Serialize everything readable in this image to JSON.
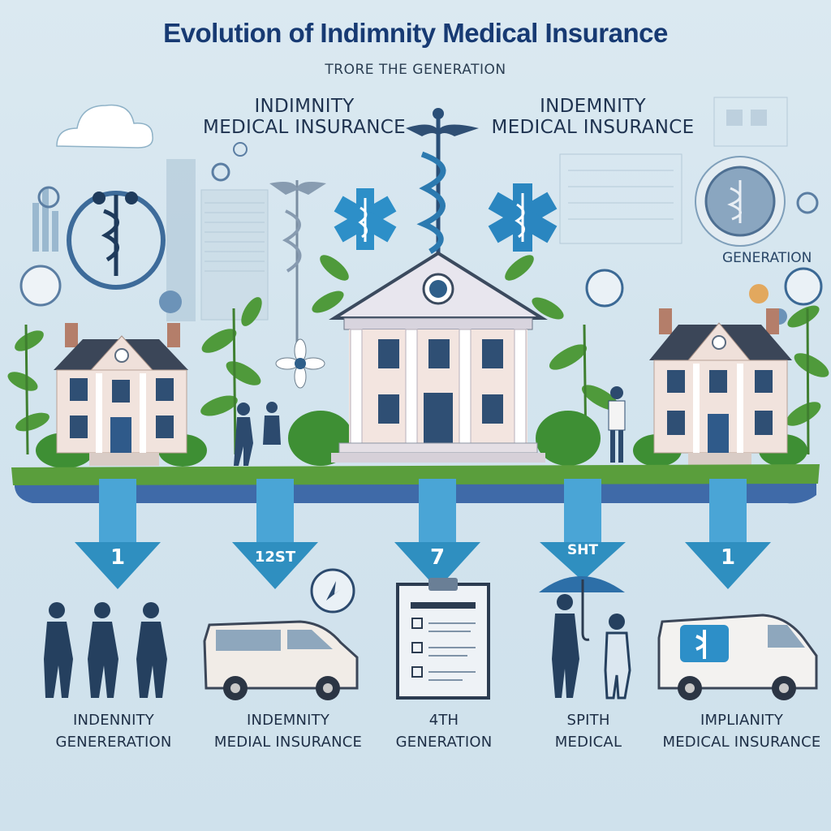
{
  "title": "Evolution of Indimnity Medical Insurance",
  "subtitle": "Trore the Generation",
  "banner_left": {
    "line1": "INDIMNITY",
    "line2": "MEDICAL INSURANCE"
  },
  "banner_right": {
    "line1": "INDEMNITY",
    "line2": "MEDICAL INSURANCE"
  },
  "side_label": "GENERATION",
  "steps": [
    {
      "number": "1",
      "caption_line1": "INDENNITY",
      "caption_line2": "GENERERATION"
    },
    {
      "number": "12ST",
      "caption_line1": "INDEMNITY",
      "caption_line2": "MEDIAL INSURANCE"
    },
    {
      "number": "7",
      "caption_line1": "4TH",
      "caption_line2": "GENERATION"
    },
    {
      "number": "SHT",
      "caption_line1": "SPITH",
      "caption_line2": "MEDICAL"
    },
    {
      "number": "1",
      "caption_line1": "IMPLIANITY",
      "caption_line2": "MEDICAL INSURANCE"
    }
  ],
  "colors": {
    "title": "#173a73",
    "arrow": "#2f8fc0",
    "ground": "#5a9e3c",
    "river": "#3f6aa8",
    "building": "#f1e3dd",
    "roof": "#3b4658",
    "leaf": "#4f9a3b"
  },
  "icons": [
    "caduceus-icon",
    "star-of-life-icon",
    "cloud-icon",
    "umbrella-icon",
    "checklist-clipboard-icon",
    "gauge-icon"
  ]
}
